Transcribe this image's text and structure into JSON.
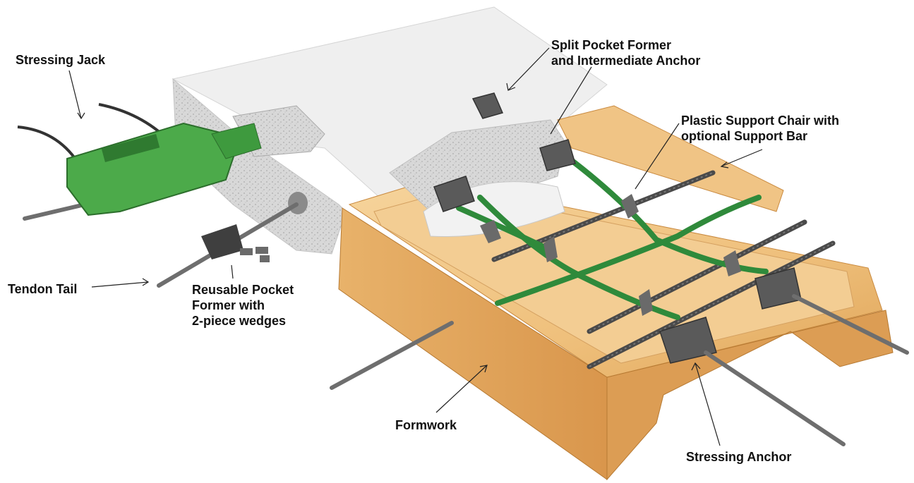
{
  "labels": {
    "stressing_jack": "Stressing Jack",
    "split_pocket_former": "Split Pocket Former\nand Intermediate Anchor",
    "plastic_support_chair": "Plastic Support Chair with\noptional Support Bar",
    "tendon_tail": "Tendon Tail",
    "reusable_pocket_former": "Reusable Pocket\nFormer with\n2-piece wedges",
    "formwork": "Formwork",
    "stressing_anchor": "Stressing Anchor"
  },
  "colors": {
    "concrete": "#e9e9e9",
    "concrete_edge": "#c9c9c9",
    "formwork_wood": "#f2c98a",
    "formwork_dark": "#d99b52",
    "tendon_green": "#2e8b3a",
    "rebar": "#555555",
    "jack_green": "#4caa4a"
  }
}
